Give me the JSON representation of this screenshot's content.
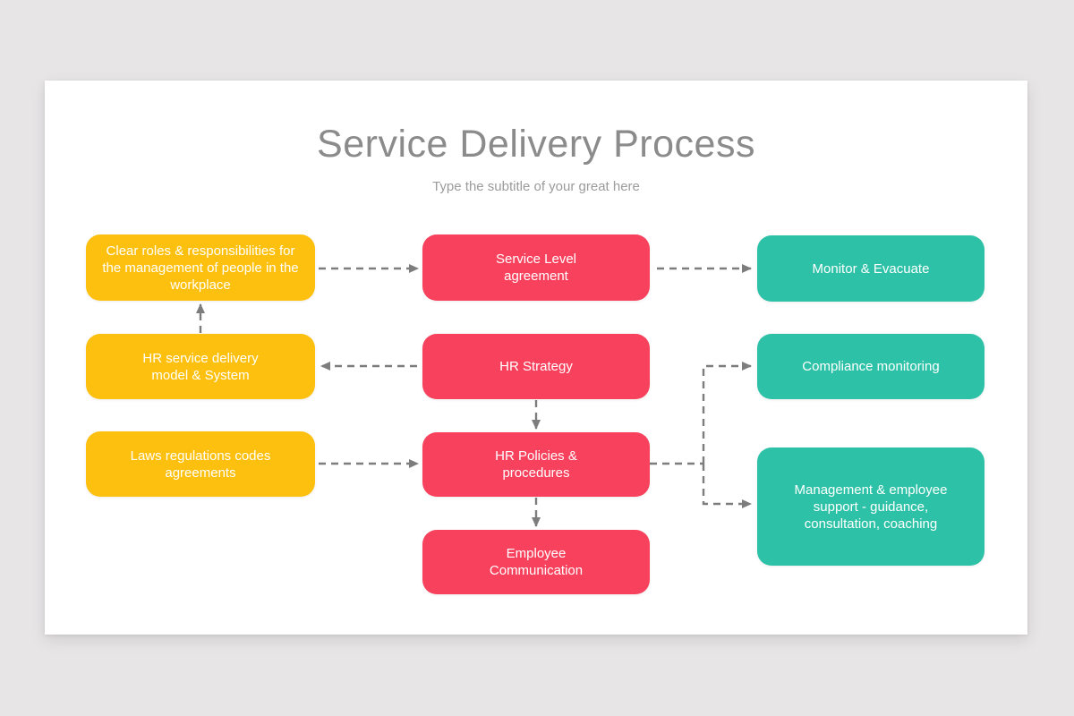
{
  "slide": {
    "title": "Service Delivery Process",
    "subtitle": "Type the subtitle of your great here"
  },
  "palette": {
    "page_background": "#e7e5e6",
    "slide_background": "#ffffff",
    "yellow": "#fdc00e",
    "pink": "#f8415c",
    "teal": "#2dc2a7",
    "connector_gray": "#7d7d7d",
    "title_gray": "#8b8b8b",
    "subtitle_gray": "#9b9b9b"
  },
  "nodes": [
    {
      "id": "clear-roles",
      "label": "Clear roles & responsibilities for\nthe management of people in the\nworkplace",
      "color": "yellow"
    },
    {
      "id": "service-level-agreement",
      "label": "Service Level\nagreement",
      "color": "pink"
    },
    {
      "id": "monitor-evacuate",
      "label": "Monitor & Evacuate",
      "color": "teal"
    },
    {
      "id": "hr-service-delivery",
      "label": "HR service delivery\nmodel & System",
      "color": "yellow"
    },
    {
      "id": "hr-strategy",
      "label": "HR Strategy",
      "color": "pink"
    },
    {
      "id": "compliance-monitoring",
      "label": "Compliance monitoring",
      "color": "teal"
    },
    {
      "id": "laws-regulations",
      "label": "Laws regulations codes\nagreements",
      "color": "yellow"
    },
    {
      "id": "hr-policies",
      "label": "HR Policies &\nprocedures",
      "color": "pink"
    },
    {
      "id": "employee-communication",
      "label": "Employee\nCommunication",
      "color": "pink"
    },
    {
      "id": "management-support",
      "label": "Management & employee\nsupport - guidance,\nconsultation, coaching",
      "color": "teal"
    }
  ],
  "edges": [
    {
      "from": "clear-roles",
      "to": "service-level-agreement",
      "style": "dashed-arrow"
    },
    {
      "from": "service-level-agreement",
      "to": "monitor-evacuate",
      "style": "dashed-arrow"
    },
    {
      "from": "hr-service-delivery",
      "to": "clear-roles",
      "style": "dashed-arrow"
    },
    {
      "from": "hr-strategy",
      "to": "hr-service-delivery",
      "style": "dashed-arrow"
    },
    {
      "from": "laws-regulations",
      "to": "hr-policies",
      "style": "dashed-arrow"
    },
    {
      "from": "hr-strategy",
      "to": "hr-policies",
      "style": "dashed-arrow"
    },
    {
      "from": "hr-policies",
      "to": "employee-communication",
      "style": "dashed-arrow"
    },
    {
      "from": "hr-policies",
      "to": "compliance-monitoring",
      "style": "dashed-arrow"
    },
    {
      "from": "hr-policies",
      "to": "management-support",
      "style": "dashed-arrow"
    }
  ]
}
